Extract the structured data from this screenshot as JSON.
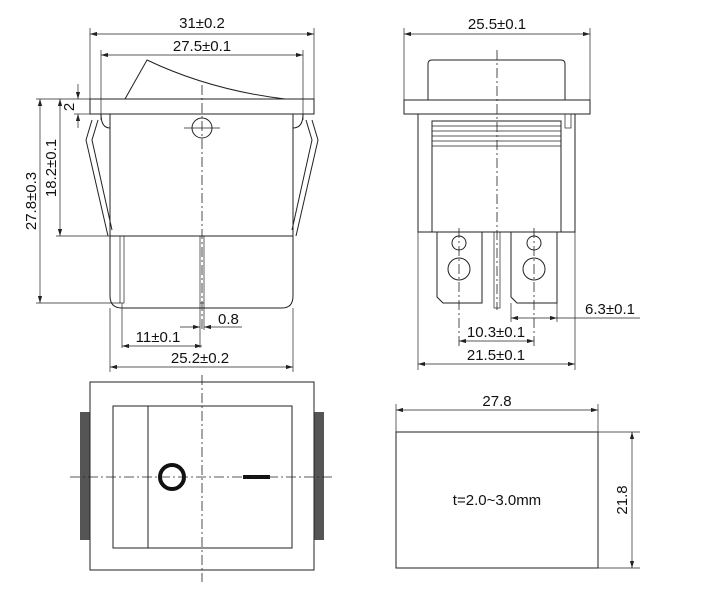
{
  "front_view": {
    "width_overall": "31±0.2",
    "width_flange": "27.5±0.1",
    "height_overall": "27.8±0.3",
    "height_body": "18.2±0.1",
    "flange_thickness": "2",
    "terminal_thickness": "0.8",
    "terminal_spacing": "11±0.1",
    "body_width": "25.2±0.2"
  },
  "side_view": {
    "width_overall": "25.5±0.1",
    "terminal_width": "6.3±0.1",
    "terminal_spacing": "10.3±0.1",
    "body_width": "21.5±0.1"
  },
  "panel_cutout": {
    "width": "27.8",
    "height": "21.8",
    "thickness": "t=2.0~3.0mm"
  }
}
